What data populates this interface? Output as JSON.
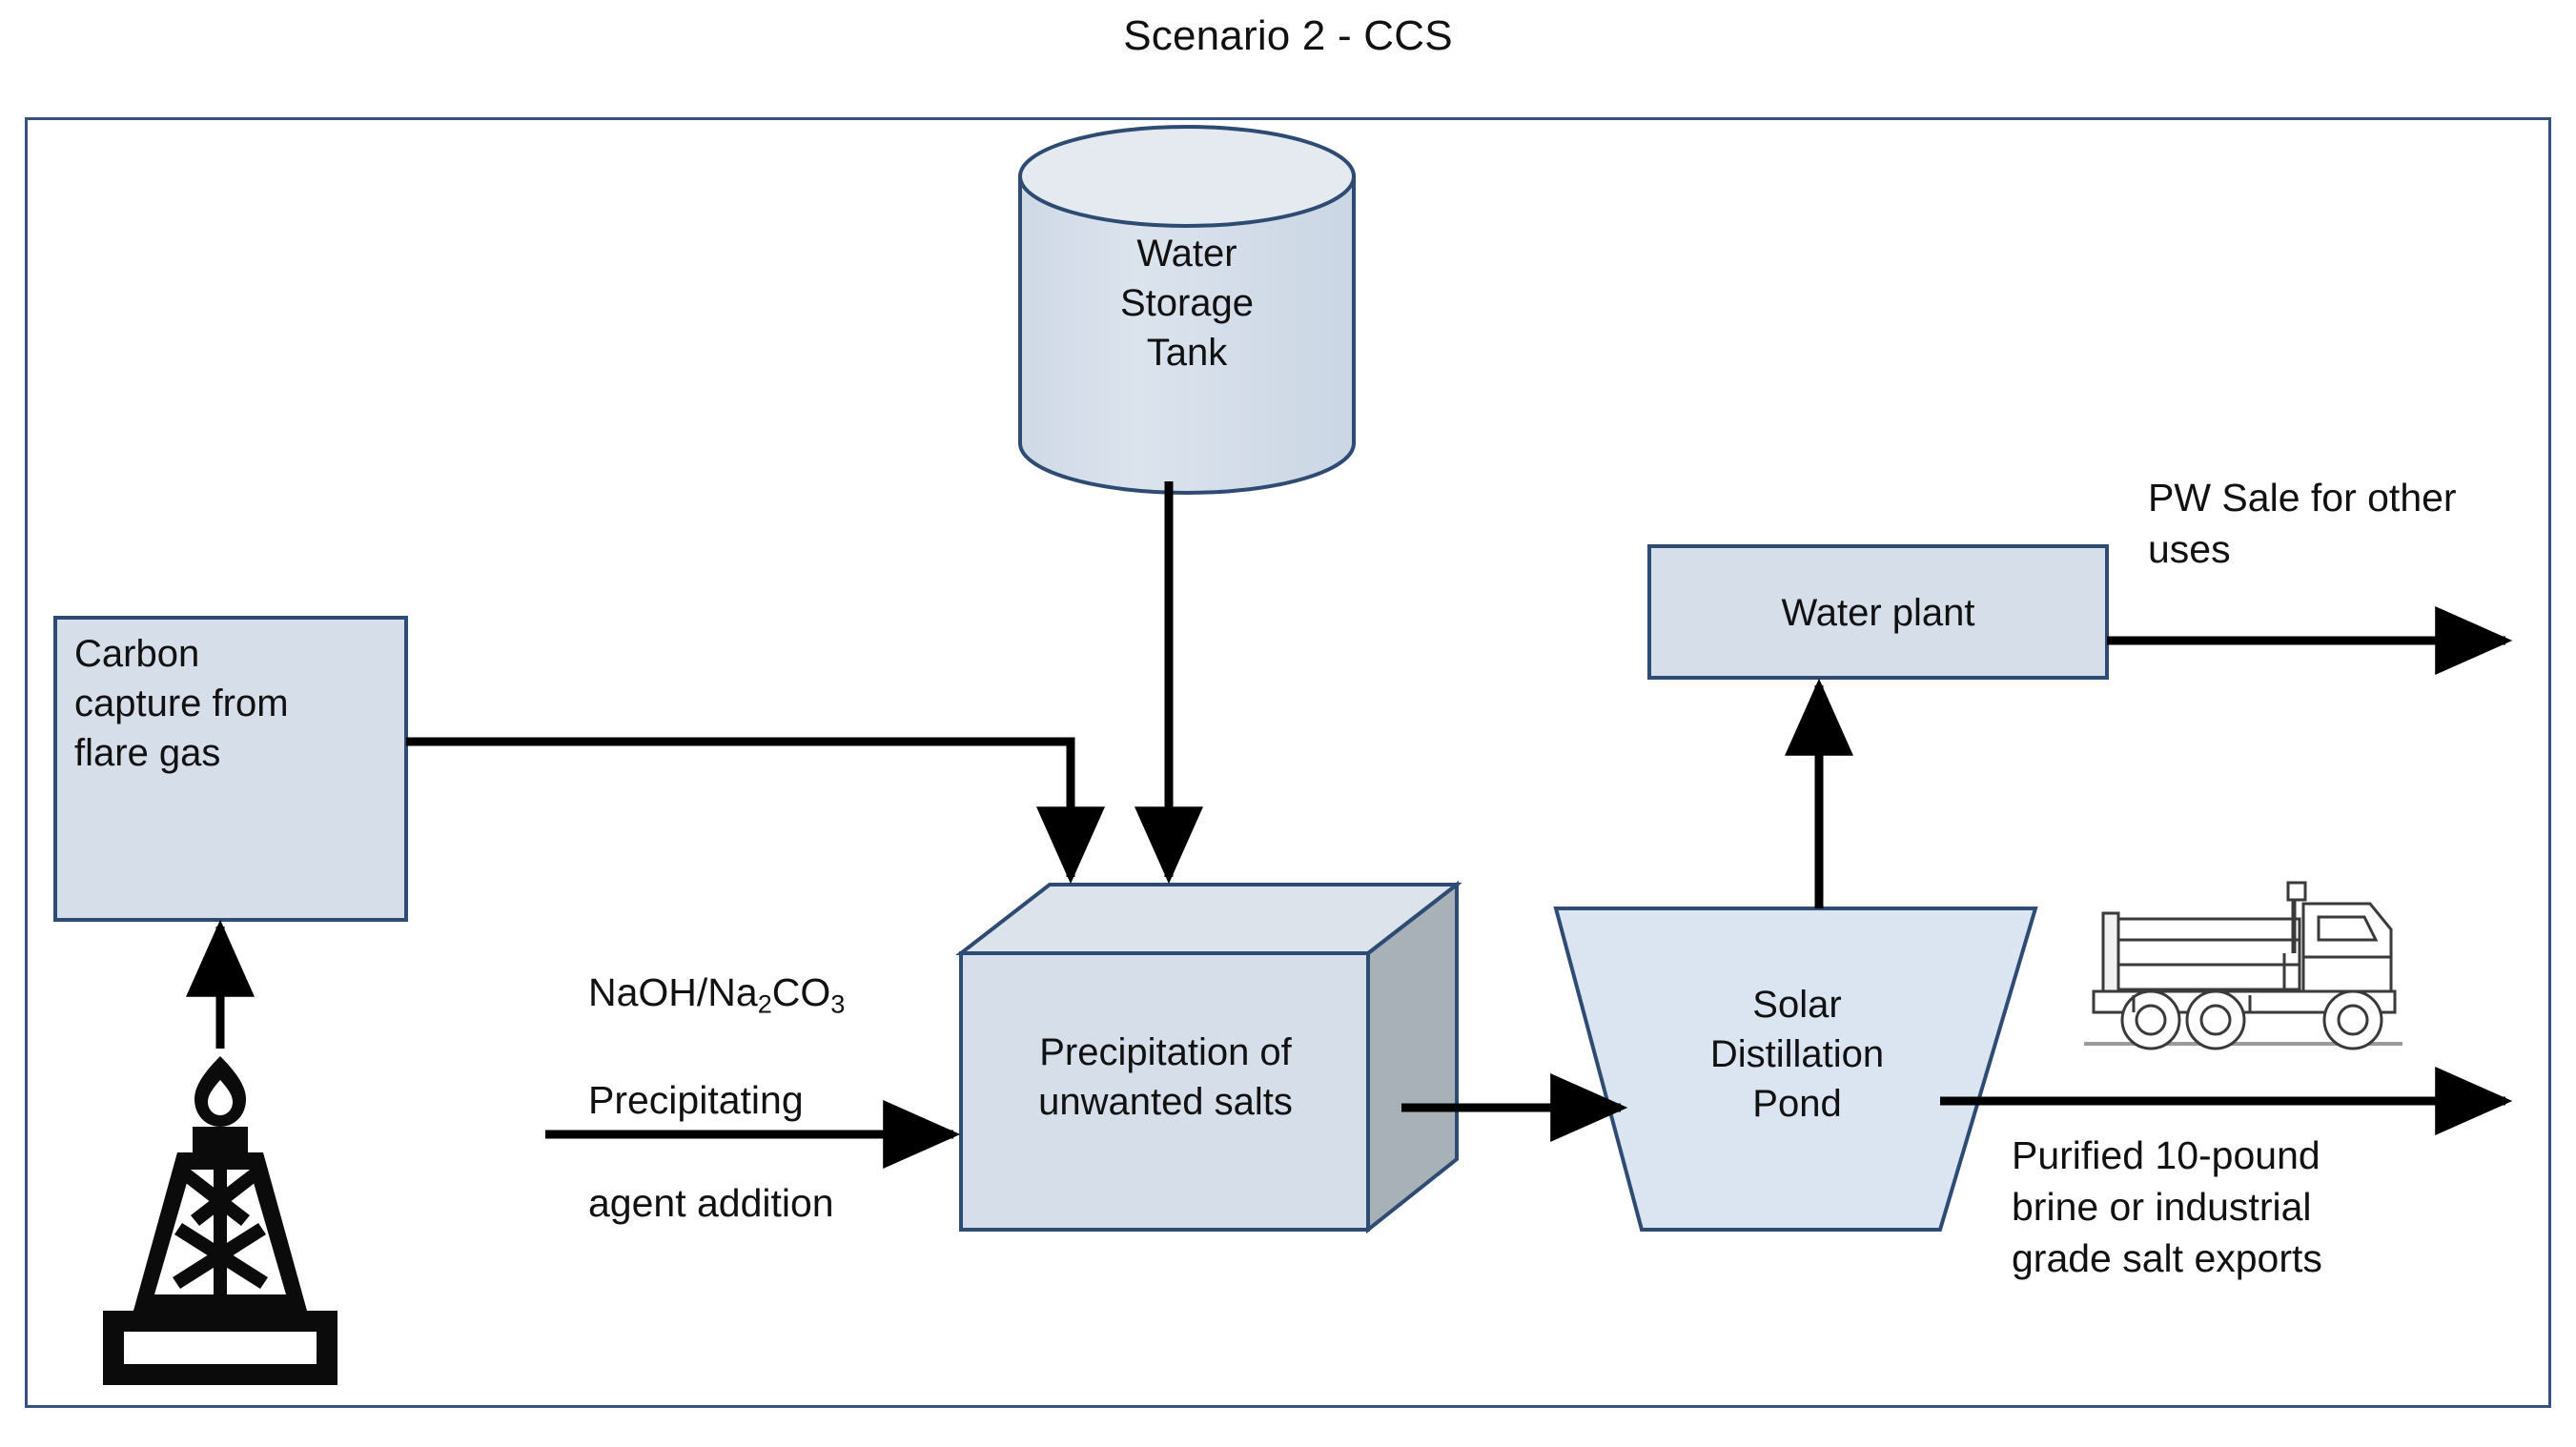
{
  "title": "Scenario 2 - CCS",
  "colors": {
    "frame_border": "#35547f",
    "shape_border": "#2e4b73",
    "shape_fill": "#d5dee9",
    "shape_fill_light": "#e2e8ef",
    "shape_fill_pond": "#dbe5f2",
    "cube_side_fill": "#a8b0b8",
    "arrow": "#000000",
    "icon": "#0b0b0b",
    "background": "#ffffff"
  },
  "nodes": {
    "water_storage_tank": {
      "label": "Water\nStorage\nTank",
      "shape": "cylinder"
    },
    "carbon_capture": {
      "label": "Carbon\ncapture from\nflare gas",
      "shape": "rectangle"
    },
    "precipitation": {
      "label": "Precipitation of\nunwanted salts",
      "shape": "cube"
    },
    "solar_pond": {
      "label": "Solar\nDistillation\nPond",
      "shape": "trapezoid"
    },
    "water_plant": {
      "label": "Water plant",
      "shape": "rectangle"
    }
  },
  "labels": {
    "precipitating_agent": {
      "line1_pre": "NaOH/Na",
      "line1_sub1": "2",
      "line1_mid": "CO",
      "line1_sub2": "3",
      "line2": "Precipitating",
      "line3": "agent addition"
    },
    "pw_sale": "PW Sale for other\nuses",
    "salt_exports": "Purified 10-pound\nbrine or industrial\ngrade salt exports"
  },
  "icons": {
    "flare_stack": "flare-stack-icon",
    "dump_truck": "dump-truck-icon"
  },
  "flows": [
    {
      "name": "flare-to-carbon-capture",
      "from": "flare_stack",
      "to": "carbon_capture"
    },
    {
      "name": "carbon-capture-to-precipitation",
      "from": "carbon_capture",
      "to": "precipitation"
    },
    {
      "name": "tank-to-precipitation",
      "from": "water_storage_tank",
      "to": "precipitation"
    },
    {
      "name": "agent-to-precipitation",
      "from": "precipitating_agent",
      "to": "precipitation"
    },
    {
      "name": "precipitation-to-pond",
      "from": "precipitation",
      "to": "solar_pond"
    },
    {
      "name": "pond-to-water-plant",
      "from": "solar_pond",
      "to": "water_plant"
    },
    {
      "name": "water-plant-to-pw-sale",
      "from": "water_plant",
      "to": "pw_sale"
    },
    {
      "name": "pond-to-salt-exports",
      "from": "solar_pond",
      "to": "salt_exports"
    }
  ]
}
